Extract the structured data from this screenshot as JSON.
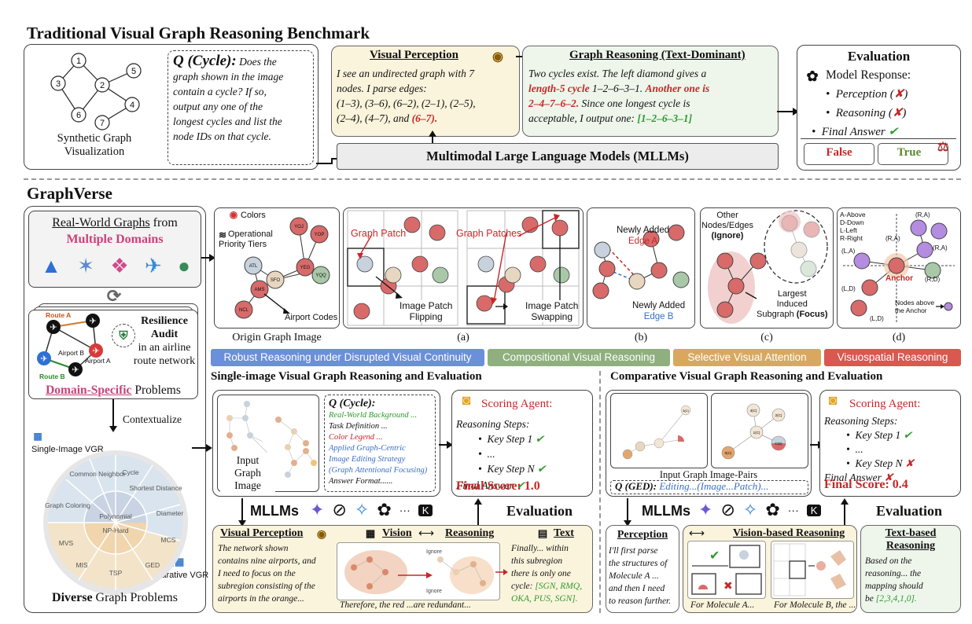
{
  "top": {
    "title": "Traditional Visual Graph Reasoning Benchmark",
    "synthetic_label_1": "Synthetic Graph",
    "synthetic_label_2": "Visualization",
    "graph_nodes": [
      "1",
      "2",
      "3",
      "4",
      "5",
      "6",
      "7"
    ],
    "question_head": "Q (Cycle):",
    "question_lines": [
      "Does the",
      "graph shown in the image",
      "contain a cycle? If so,",
      "output any one of the",
      "longest cycles and list the",
      "node IDs on that cycle."
    ],
    "vp_title": "Visual Perception",
    "vp_lines": [
      "I see an undirected graph with 7",
      "nodes. I parse edges:",
      "(1–3), (3–6), (6–2), (2–1), (2–5),",
      "(2–4), (4–7), and"
    ],
    "vp_wrong": "(6–7).",
    "gr_title": "Graph Reasoning (Text-Dominant)",
    "gr_l1": "Two cycles exist. The left diamond gives a",
    "gr_l2a": "length-5 cycle",
    "gr_l2b": " 1–2–6–3–1. ",
    "gr_l2c": "Another one is",
    "gr_l3a": "2–4–7–6–2.",
    "gr_l3b": " Since one longest cycle is",
    "gr_l4a": "acceptable, I output one: ",
    "gr_l4b": "[1–2–6–3–1]",
    "mllm_bar": "Multimodal Large Language Models (MLLMs)",
    "eval_title": "Evaluation",
    "eval_model": "Model Response:",
    "eval_items": [
      "Perception",
      "Reasoning",
      "Final Answer"
    ],
    "eval_false": "False",
    "eval_true": "True"
  },
  "graphverse": {
    "title": "GraphVerse",
    "rw_l1a": "Real-World Graphs",
    "rw_l1b": " from",
    "rw_l2": "Multiple Domains",
    "route_a": "Route A",
    "route_b": "Route B",
    "airport_a": "Airport A",
    "airport_b": "Airport B",
    "resilience": "Resilience",
    "audit": "Audit",
    "audit_l2": "in an airline",
    "audit_l3": "route network",
    "domain_specific": "Domain-Specific",
    "problems": " Problems",
    "contextualize": "Contextualize",
    "single_vgr": "Single-Image VGR",
    "comparative_vgr": "Comparative VGR",
    "wheel_inner": [
      "Polynomial",
      "NP-Hard"
    ],
    "wheel_outer": [
      "Cycle",
      "Shortest Distance",
      "Diameter",
      "MCS",
      "GED",
      "TSP",
      "MIS",
      "MVS",
      "Graph Coloring",
      "Common Neighbor"
    ],
    "diverse_a": "Diverse",
    "diverse_b": " Graph Problems",
    "origin_colors": "Colors",
    "origin_tiers_1": "Operational",
    "origin_tiers_2": "Priority Tiers",
    "origin_codes": "Airport Codes",
    "origin_label": "Origin Graph Image",
    "airports": [
      "YOJ",
      "YOP",
      "YEG",
      "ATL",
      "SFO",
      "YQQ",
      "AMS",
      "NCL"
    ],
    "a_patch": "Graph Patch",
    "a_patches": "Graph Patches",
    "a_flip_1": "Image Patch",
    "a_flip_2": "Flipping",
    "a_swap_1": "Image Patch",
    "a_swap_2": "Swapping",
    "b_new_a_1": "Newly Added",
    "b_new_a_2": "Edge A",
    "b_new_b_1": "Newly Added",
    "b_new_b_2": "Edge B",
    "c_other_1": "Other",
    "c_other_2": "Nodes/Edges",
    "c_ignore": "(Ignore)",
    "c_largest_1": "Largest",
    "c_largest_2": "Induced",
    "c_largest_3": "Subgraph",
    "c_focus": "(Focus)",
    "d_legend": [
      "A-Above",
      "D-Down",
      "L-Left",
      "R-Right"
    ],
    "d_anchor": "Anchor",
    "d_nodes_above_1": "Nodes above",
    "d_nodes_above_2": "the Anchor",
    "d_ra": "(R,A)",
    "d_la": "(L,A)",
    "d_ld": "(L,D)",
    "d_rd": "(R,D)",
    "d_la2": "(R,A)",
    "panel_labels": [
      "(a)",
      "(b)",
      "(c)",
      "(d)"
    ],
    "pills": [
      {
        "label": "Robust Reasoning under Disrupted Visual Continuity",
        "color": "#6b8fd9"
      },
      {
        "label": "Compositional Visual Reasoning",
        "color": "#8fb07e"
      },
      {
        "label": "Selective Visual Attention",
        "color": "#d9a85f"
      },
      {
        "label": "Visuospatial Reasoning",
        "color": "#d9584f"
      }
    ]
  },
  "single": {
    "title": "Single-image Visual Graph Reasoning and Evaluation",
    "input_1": "Input",
    "input_2": "Graph",
    "input_3": "Image",
    "q_head": "Q (Cycle):",
    "q_lines": [
      {
        "text": "Real-World Background ...",
        "cls": "green"
      },
      {
        "text": "Task Definition ...",
        "cls": ""
      },
      {
        "text": "Color Legend ...",
        "cls": "red"
      },
      {
        "text": "Applied Graph-Centric",
        "cls": "blue"
      },
      {
        "text": "Image Editing Strategy",
        "cls": "blue"
      },
      {
        "text": "(Graph Attentional Focusing)",
        "cls": "blue"
      },
      {
        "text": "Answer Format......",
        "cls": ""
      }
    ],
    "scoring_title": "Scoring Agent:",
    "steps_title": "Reasoning Steps:",
    "steps": [
      "Key Step 1",
      "...",
      "Key Step N"
    ],
    "final_answer": "Final Answer",
    "final_score": "Final Score: 1.0",
    "mllms": "MLLMs",
    "evaluation": "Evaluation",
    "vp_title": "Visual Perception",
    "vision": "Vision",
    "reasoning": "Reasoning",
    "text": "Text",
    "vp_lines": [
      "The network shown",
      "contains nine airports, and",
      "I need to focus on the",
      "subregion consisting of the",
      "airports in the orange..."
    ],
    "therefore": "Therefore, the red ...are redundant...",
    "finally_lines": [
      "Finally... within",
      "this subregion",
      "there is only one"
    ],
    "finally_cycle": "cycle:",
    "finally_answer_1": "[SGN, RMQ,",
    "finally_answer_2": "OKA, PUS, SGN].",
    "ignore_1": "Ignore",
    "ignore_2": "Ignore"
  },
  "comparative": {
    "title": "Comparative Visual Graph Reasoning and Evaluation",
    "pairs_label": "Input Graph Image-Pairs",
    "q_head": "Q (GED):",
    "q_text": "Editing...(Image...Patch)...",
    "scoring_title": "Scoring Agent:",
    "steps_title": "Reasoning Steps:",
    "steps": [
      "Key Step 1",
      "...",
      "Key Step N"
    ],
    "final_answer": "Final Answer",
    "final_score": "Final Score: 0.4",
    "mllms": "MLLMs",
    "evaluation": "Evaluation",
    "perception": "Perception",
    "perc_lines": [
      "I'll first parse",
      "the structures of",
      "Molecule A ...",
      "and then I need",
      "to reason further."
    ],
    "vbr": "Vision-based Reasoning",
    "for_a": "For Molecule A...",
    "for_b": "For Molecule B, the ...",
    "tbr_1": "Text-based",
    "tbr_2": "Reasoning",
    "tbr_lines": [
      "Based on the",
      "reasoning... the",
      "mapping should"
    ],
    "tbr_be": "be ",
    "tbr_answer": "[2,3,4,1,0].",
    "pair_nodes": [
      "4(C)",
      "2(C)",
      "3(C)",
      "1(C)",
      "0(C)",
      "C(S)"
    ]
  }
}
